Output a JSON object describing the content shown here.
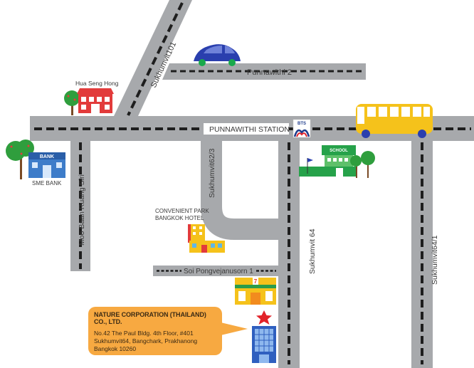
{
  "roads": {
    "punnawithi2": "Punnawithi 2",
    "sukhumvit101": "Sukhumvit101",
    "punnawithi_station": "PUNNAWITHI STATION",
    "sukhumvit62_3": "Sukhumvit62/3",
    "moo_baan": "Moo Baan Ruang Siri",
    "soi_pong": "Soi Pongvejanusorn 1",
    "sukhumvit64": "Sukhumvit 64",
    "sukhumvit64_1": "Sukhumvit64/1"
  },
  "places": {
    "hua_seng_hong": "Hua Seng Hong",
    "bank_sign": "BANK",
    "sme_bank": "SME BANK",
    "school_sign": "SCHOOL",
    "hotel_line1": "CONVENIENT PARK",
    "hotel_line2": "BANGKOK HOTEL",
    "bts_logo": "BTS"
  },
  "address": {
    "company": "NATURE CORPORATION (THAILAND) CO., LTD.",
    "line1": "No.42 The Paul  Bldg. 4th Floor, #401",
    "line2": "Sukhumvit64, Bangchark, Prakhanong",
    "line3": "Bangkok 10260"
  },
  "icons": [
    "car-icon",
    "bus-icon",
    "tree-icon",
    "bank-building-icon",
    "restaurant-building-icon",
    "school-building-icon",
    "hotel-building-icon",
    "convenience-store-icon",
    "office-tower-icon",
    "star-icon",
    "bts-logo-icon",
    "flag-icon"
  ],
  "colors": {
    "road": "#a7a9ac",
    "dash": "#1e1e1e",
    "callout": "#f7a941",
    "star": "#e2232a",
    "car": "#2a3fae",
    "bus": "#f5c21b",
    "school": "#26a24a",
    "bank": "#3d7cc9",
    "restaurant": "#e23b3b"
  }
}
